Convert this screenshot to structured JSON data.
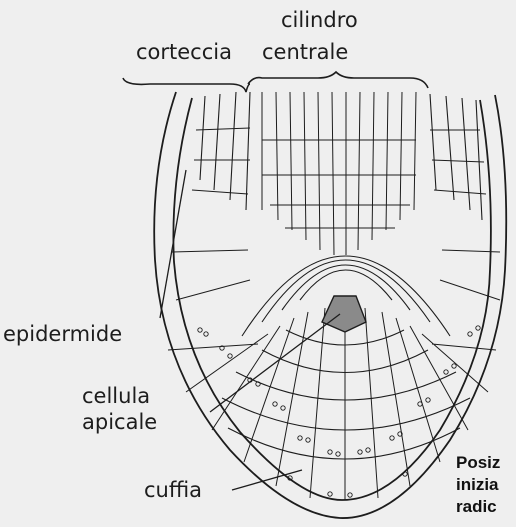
{
  "diagram": {
    "labels": {
      "cilindro": "cilindro",
      "corteccia": "corteccia",
      "centrale": "centrale",
      "epidermide": "epidermide",
      "cellula": "cellula",
      "apicale": "apicale",
      "cuffia": "cuffia"
    },
    "caption_lines": [
      "Posiz",
      "inizia",
      "radic"
    ],
    "colors": {
      "background": "#efefef",
      "ink": "#1d1d1d",
      "apical_cell": "#8a8a8a"
    }
  }
}
